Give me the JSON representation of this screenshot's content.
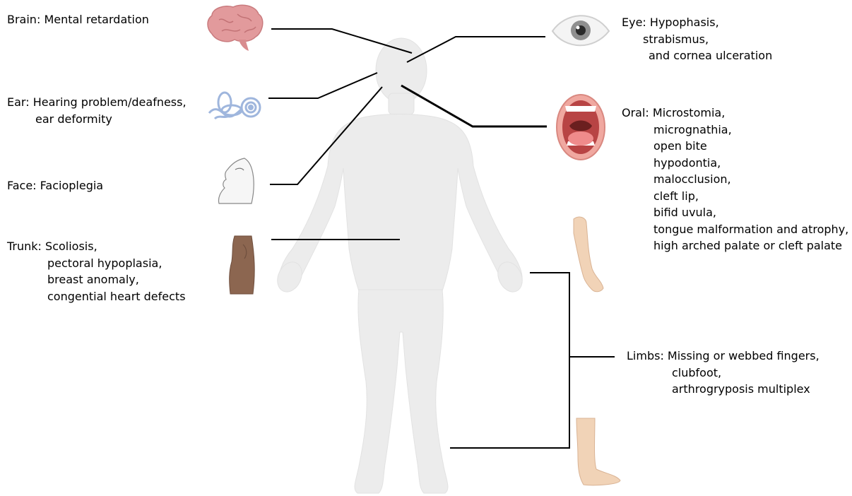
{
  "annotations": {
    "brain": {
      "title": "Brain:",
      "lines": [
        "Mental retardation"
      ]
    },
    "ear": {
      "title": "Ear:",
      "lines": [
        "Hearing problem/deafness,",
        "ear deformity"
      ]
    },
    "face": {
      "title": "Face:",
      "lines": [
        "Facioplegia"
      ]
    },
    "trunk": {
      "title": "Trunk:",
      "lines": [
        "Scoliosis,",
        "pectoral hypoplasia,",
        "breast anomaly,",
        "congential heart defects"
      ]
    },
    "eye": {
      "title": "Eye:",
      "lines": [
        "Hypophasis,",
        "strabismus,",
        "and cornea ulceration"
      ]
    },
    "oral": {
      "title": "Oral:",
      "lines": [
        "Microstomia,",
        "micrognathia,",
        "open bite",
        "hypodontia,",
        "malocclusion,",
        "cleft lip,",
        "bifid uvula,",
        "tongue malformation and atrophy,",
        "high arched palate or cleft palate"
      ]
    },
    "limbs": {
      "title": "Limbs:",
      "lines": [
        "Missing or webbed fingers,",
        "clubfoot,",
        "arthrogryposis multiplex"
      ]
    }
  },
  "icons": [
    "brain-icon",
    "inner-ear-icon",
    "face-icon",
    "torso-icon",
    "eye-icon",
    "mouth-icon",
    "arm-icon",
    "leg-icon",
    "human-body-figure"
  ],
  "colors": {
    "body": "#ececec",
    "brain": "#e29a9c",
    "ear": "#9fb6dd",
    "skin_dark": "#8c6650",
    "skin_light": "#f1d3b7",
    "mouth": "#f0a8a0",
    "line": "#000000"
  }
}
